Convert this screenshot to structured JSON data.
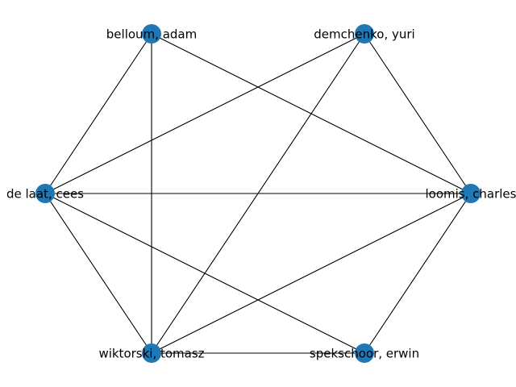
{
  "graph": {
    "node_color": "#1f77b4",
    "edge_color": "#000000",
    "nodes": [
      {
        "id": "belloum",
        "label": "belloum, adam"
      },
      {
        "id": "demchenko",
        "label": "demchenko, yuri"
      },
      {
        "id": "delaat",
        "label": "de laat, cees"
      },
      {
        "id": "loomis",
        "label": "loomis, charles"
      },
      {
        "id": "wiktorski",
        "label": "wiktorski, tomasz"
      },
      {
        "id": "spekschoor",
        "label": "spekschoor, erwin"
      }
    ],
    "edges": [
      [
        "belloum",
        "delaat"
      ],
      [
        "belloum",
        "wiktorski"
      ],
      [
        "belloum",
        "loomis"
      ],
      [
        "demchenko",
        "delaat"
      ],
      [
        "demchenko",
        "wiktorski"
      ],
      [
        "demchenko",
        "loomis"
      ],
      [
        "delaat",
        "loomis"
      ],
      [
        "delaat",
        "wiktorski"
      ],
      [
        "delaat",
        "spekschoor"
      ],
      [
        "loomis",
        "wiktorski"
      ],
      [
        "loomis",
        "spekschoor"
      ],
      [
        "wiktorski",
        "spekschoor"
      ]
    ]
  }
}
